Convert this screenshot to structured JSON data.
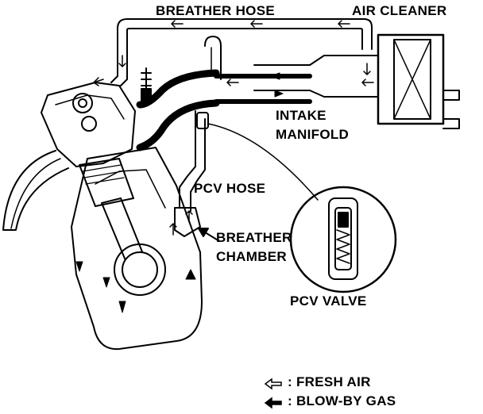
{
  "labels": {
    "breather_hose": "BREATHER HOSE",
    "air_cleaner": "AIR CLEANER",
    "intake_manifold_line1": "INTAKE",
    "intake_manifold_line2": "MANIFOLD",
    "pcv_hose": "PCV HOSE",
    "breather_chamber_line1": "BREATHER",
    "breather_chamber_line2": "CHAMBER",
    "pcv_valve": "PCV VALVE"
  },
  "legend": {
    "fresh_air": ": FRESH AIR",
    "blow_by_gas": ": BLOW-BY GAS"
  },
  "colors": {
    "ink": "#000000",
    "paper": "#ffffff"
  }
}
